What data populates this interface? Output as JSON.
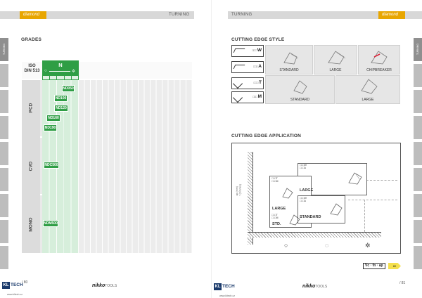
{
  "left_page": {
    "tab": "diamond",
    "header": "TURNING",
    "section_title": "GRADES",
    "side_tabs": [
      "TURNING",
      "",
      "",
      "",
      "",
      "",
      "",
      "",
      ""
    ],
    "iso_label": "ISO",
    "din_label": "DIN 513",
    "material_group": "N",
    "bands": [
      {
        "label": "PCD",
        "grades": [
          "ND050",
          "ND100",
          "ND120",
          "ND160",
          "ND190"
        ]
      },
      {
        "label": "CVD",
        "grades": [
          "NDC500"
        ]
      },
      {
        "label": "MONO",
        "grades": [
          "NDM500"
        ]
      }
    ],
    "page_number": "/ 80",
    "website": "www.kltech.cz"
  },
  "right_page": {
    "tab": "diamond",
    "header": "TURNING",
    "cutting_edge_style_title": "CUTTING EDGE STYLE",
    "style_codes": [
      "W",
      "A",
      "T",
      "M"
    ],
    "style_boxes": "□□□",
    "style_labels_row1": [
      "STANDARD",
      "LARGE",
      "CHIPBREAKER"
    ],
    "style_labels_row2": [
      "STANDARD",
      "LARGE"
    ],
    "cutting_edge_application_title": "CUTTING EDGE APPLICATION",
    "axis_label_line1": "ap (mm)",
    "axis_label_line2": "f (mm/rev)",
    "app_codes_1": [
      "□□□W",
      "□□□A"
    ],
    "app_codes_2": [
      "□□□T",
      "□□□M"
    ],
    "app_codes_3": [
      "□□□W",
      "□□□A"
    ],
    "app_codes_4": [
      "□□□T",
      "□□□M"
    ],
    "app_label_large_upper": "LARGE",
    "app_label_large_lower": "LARGE",
    "app_label_std": "STD.",
    "app_label_standard": "STANDARD",
    "legend_symbols": [
      "○",
      "◌",
      "✲"
    ],
    "formula": "Vc · fn · ap",
    "formula_arrow": "80",
    "page_number": "/ 81",
    "website": "www.kltech.cz"
  },
  "brand": {
    "kl": "KL",
    "tech": "TECH",
    "nikko_bold": "nikko",
    "nikko_light": "TOOLS"
  },
  "colors": {
    "accent": "#e8a600",
    "green": "#2f9e45",
    "green_light": "#d6eedb"
  }
}
